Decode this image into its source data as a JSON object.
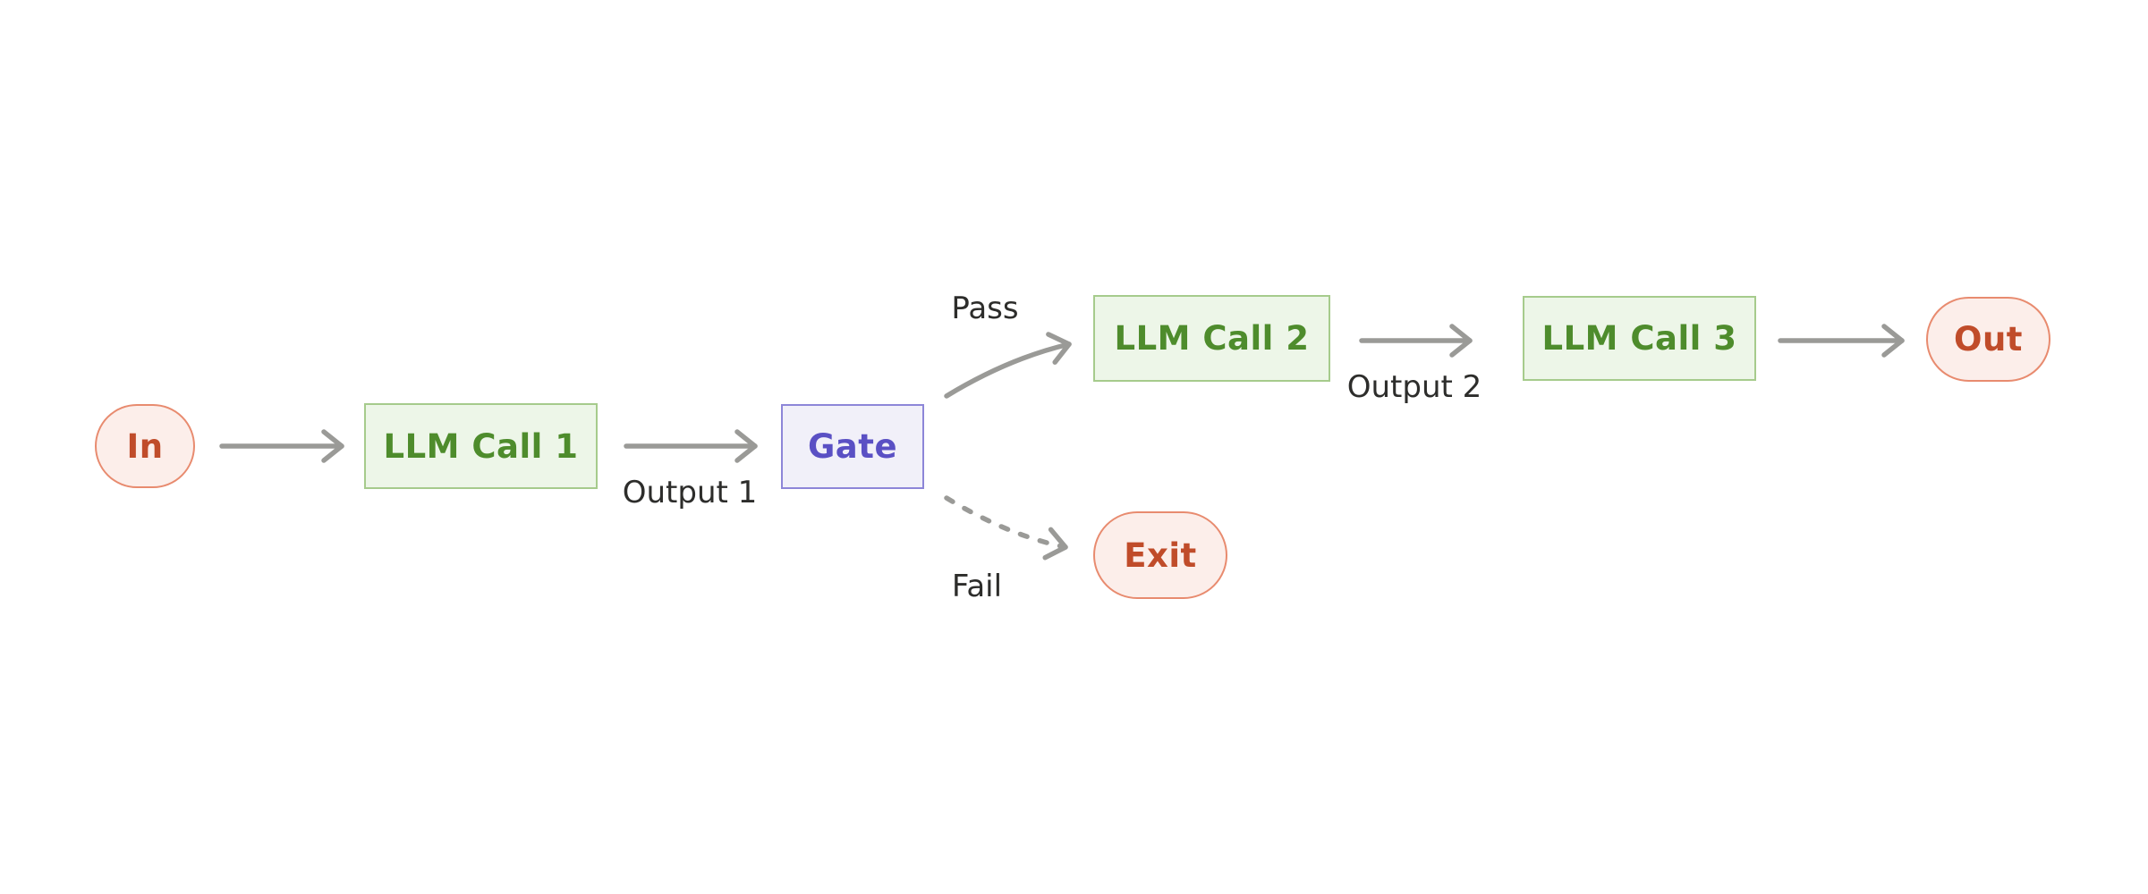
{
  "diagram": {
    "type": "flowchart",
    "direction": "left-to-right",
    "nodes": {
      "in": {
        "label": "In",
        "shape": "stadium",
        "theme": "coral"
      },
      "llm1": {
        "label": "LLM Call 1",
        "shape": "rect",
        "theme": "green"
      },
      "gate": {
        "label": "Gate",
        "shape": "rect",
        "theme": "purple"
      },
      "llm2": {
        "label": "LLM Call 2",
        "shape": "rect",
        "theme": "green"
      },
      "llm3": {
        "label": "LLM Call 3",
        "shape": "rect",
        "theme": "green"
      },
      "out": {
        "label": "Out",
        "shape": "stadium",
        "theme": "coral"
      },
      "exit": {
        "label": "Exit",
        "shape": "stadium",
        "theme": "coral"
      }
    },
    "edges": [
      {
        "from": "in",
        "to": "llm1",
        "style": "solid",
        "label": ""
      },
      {
        "from": "llm1",
        "to": "gate",
        "style": "solid",
        "label": "Output 1"
      },
      {
        "from": "gate",
        "to": "llm2",
        "style": "solid",
        "label": "Pass"
      },
      {
        "from": "gate",
        "to": "exit",
        "style": "dashed",
        "label": "Fail"
      },
      {
        "from": "llm2",
        "to": "llm3",
        "style": "solid",
        "label": "Output 2"
      },
      {
        "from": "llm3",
        "to": "out",
        "style": "solid",
        "label": ""
      }
    ],
    "edge_labels": {
      "output1": "Output 1",
      "pass": "Pass",
      "output2": "Output 2",
      "fail": "Fail"
    },
    "colors": {
      "background": "#ffffff",
      "edge_stroke": "#9a9a97",
      "edge_label_text": "#2d2d2b",
      "green_fill": "#edf6e8",
      "green_border": "#a6cb8c",
      "green_text": "#4e8c2c",
      "coral_fill": "#fceeea",
      "coral_border": "#e88b6f",
      "coral_text": "#c04c2a",
      "purple_fill": "#f1f0f9",
      "purple_border": "#8d86d8",
      "purple_text": "#5a50c4"
    }
  }
}
